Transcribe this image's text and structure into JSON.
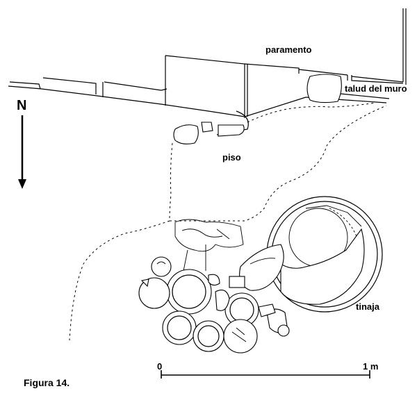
{
  "figure": {
    "caption": "Figura 14.",
    "north_label": "N",
    "labels": {
      "wall_face": "paramento",
      "wall_slope": "talud del muro",
      "floor": "piso",
      "jar": "tinaja"
    },
    "scale": {
      "start": "0",
      "end": "1 m"
    }
  }
}
